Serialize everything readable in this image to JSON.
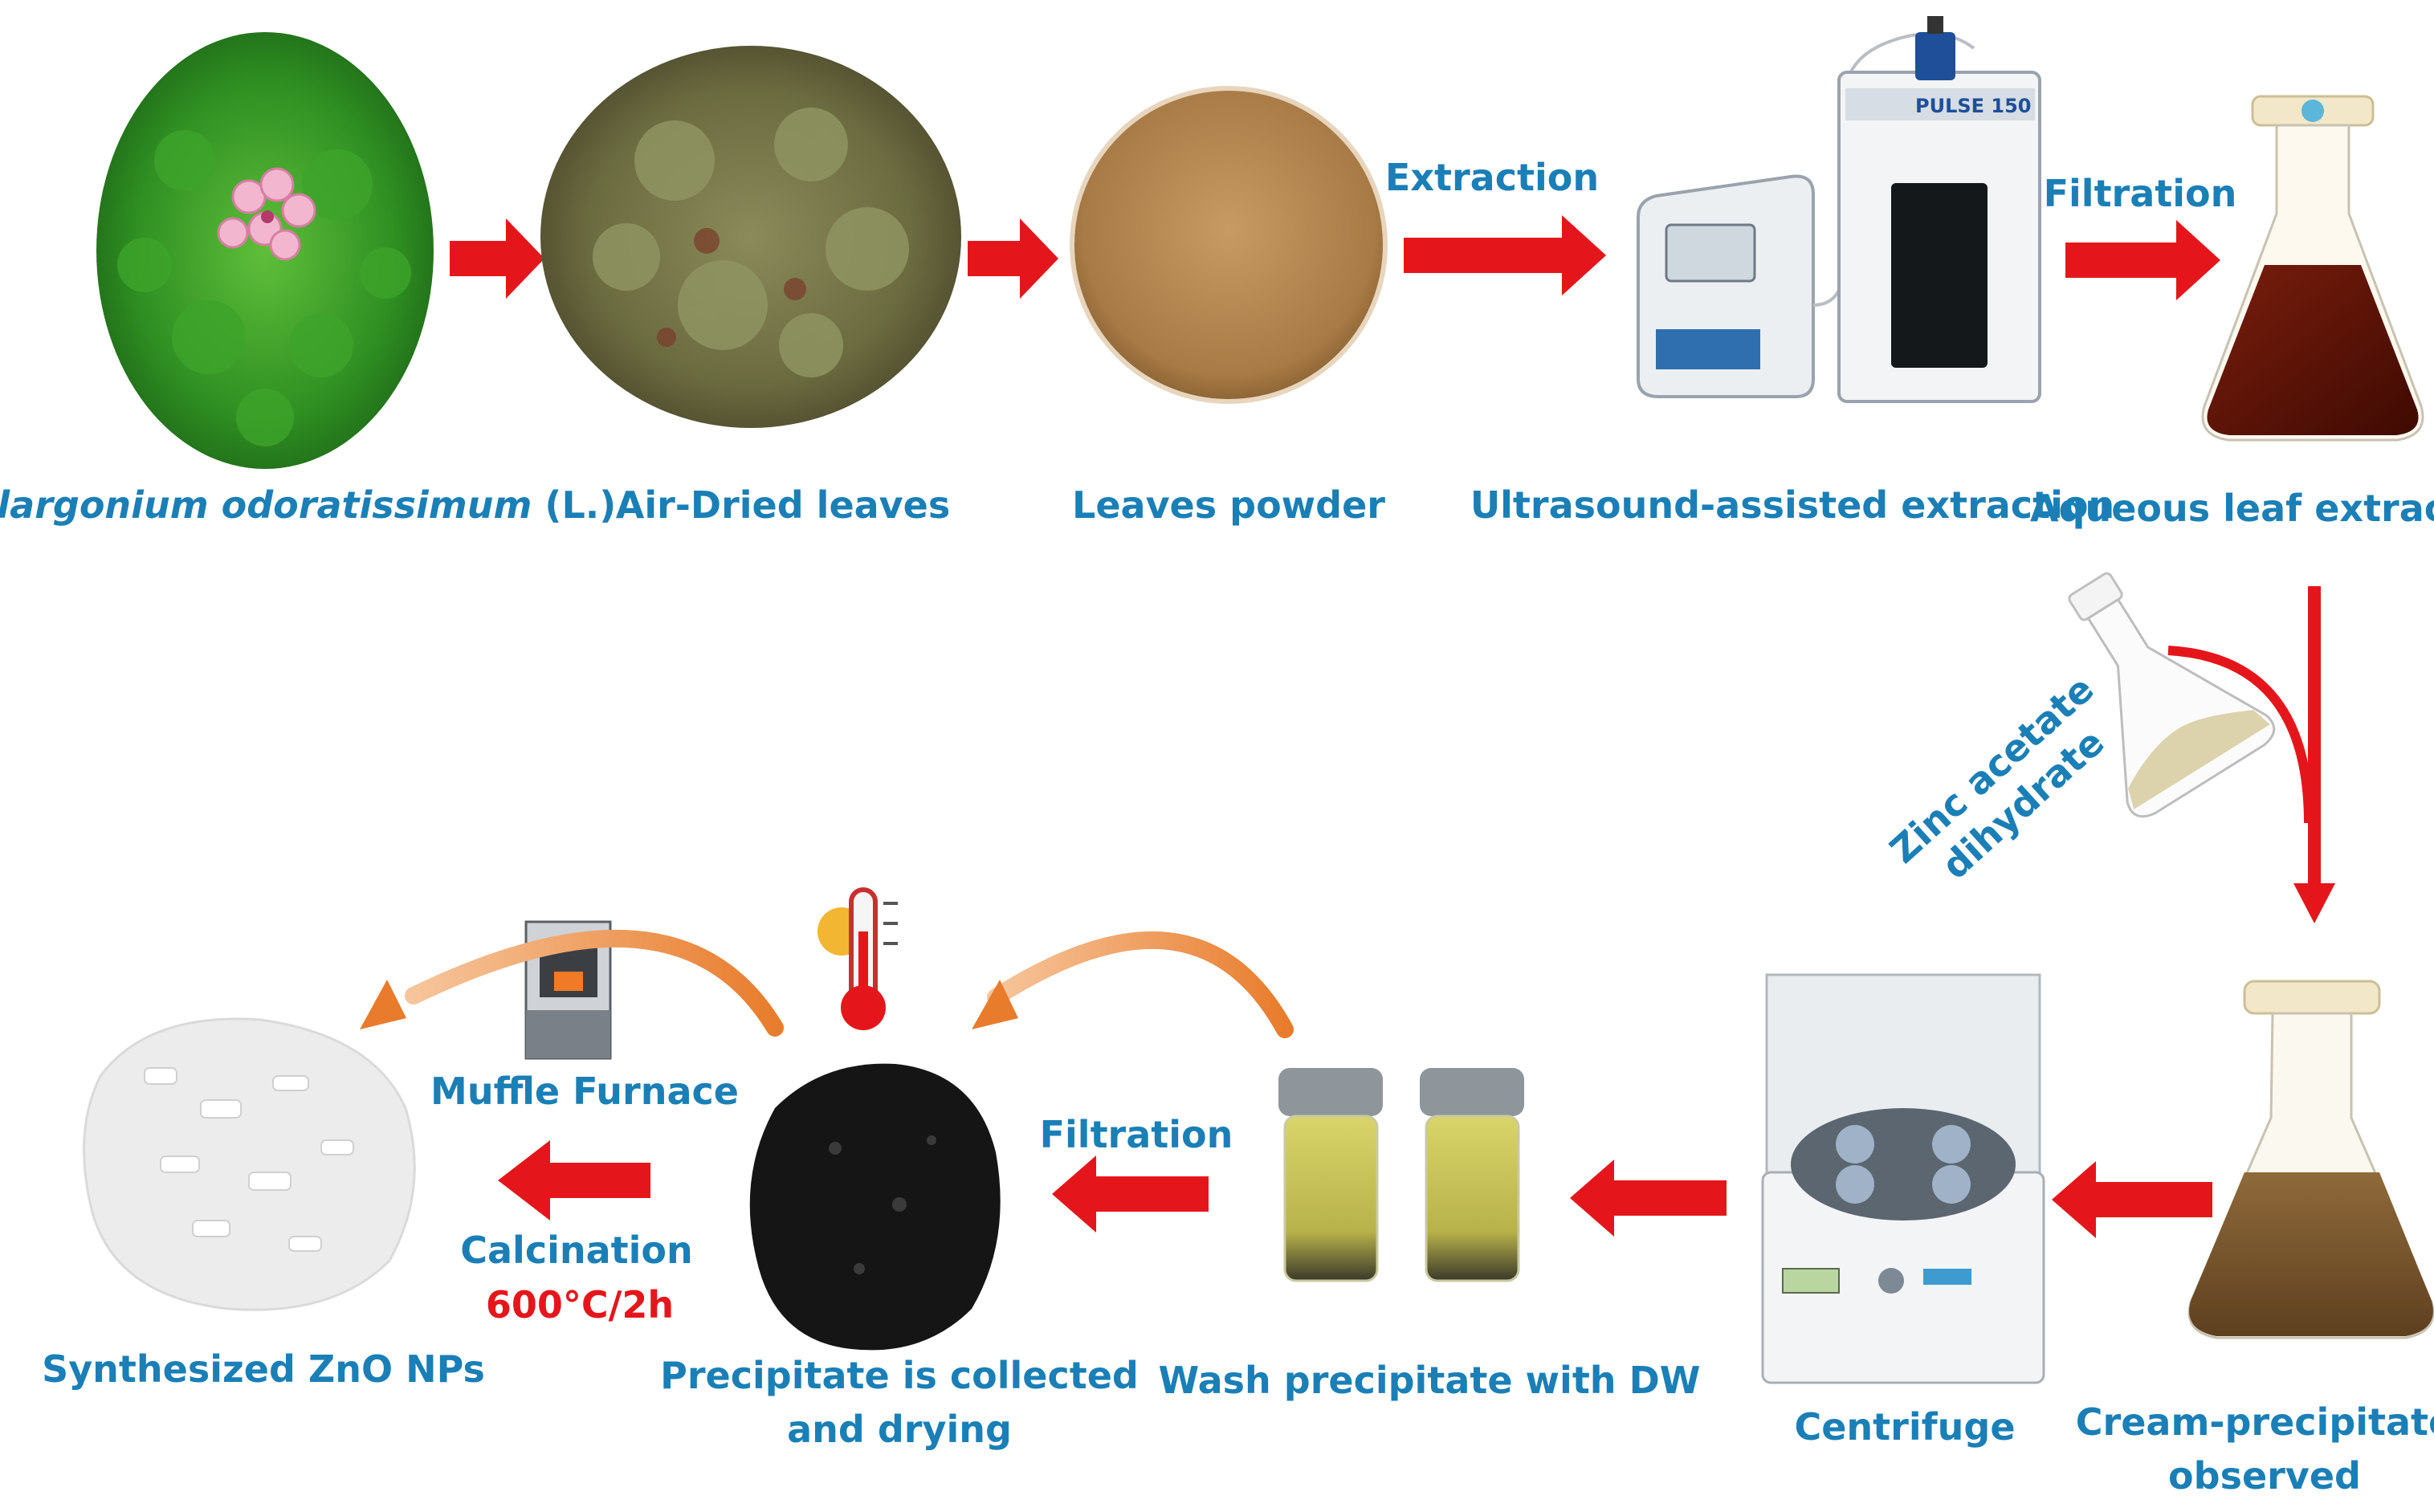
{
  "labels": {
    "plant_species": "Pelargonium odoratissimum",
    "plant_author": "(L.)",
    "air_dried": "Air-Dried leaves",
    "powder": "Leaves powder",
    "extraction": "Extraction",
    "ultrasound": "Ultrasound-assisted extraction",
    "filtration_top": "Filtration",
    "aqueous_extract": "Aqueous leaf extract",
    "zinc_line1": "Zinc acetate",
    "zinc_line2": "dihydrate",
    "cream_line1": "Cream-precipitate",
    "cream_line2": "observed",
    "centrifuge": "Centrifuge",
    "wash": "Wash precipitate with DW",
    "filtration_bottom": "Filtration",
    "precipitate_line1": "Precipitate is collected",
    "precipitate_line2": "and drying",
    "muffle": "Muffle Furnace",
    "calcination": "Calcination",
    "calcination_temp": "600°C/2h",
    "synthesized": "Synthesized ZnO NPs"
  },
  "device_text": {
    "sonicator_brand": "PULSE 150"
  },
  "colors": {
    "label_blue": "#1a7fb6",
    "arrow_red": "#e5161b",
    "arc_orange": "#e87c2c",
    "temp_red": "#e5161b"
  }
}
